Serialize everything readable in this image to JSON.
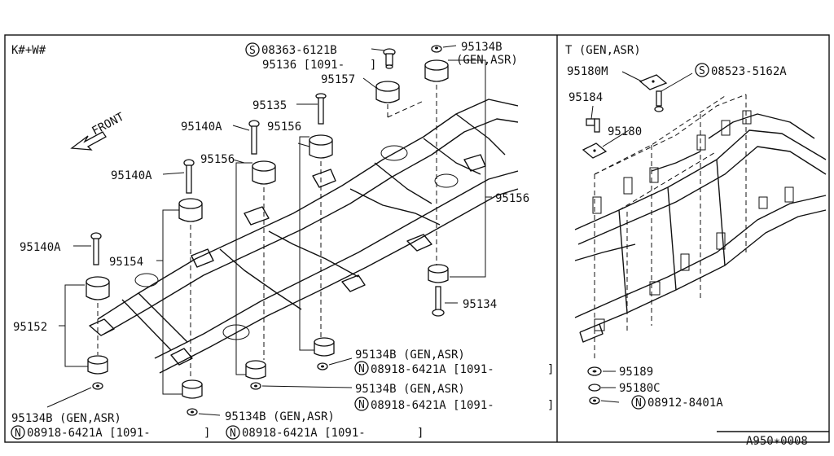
{
  "left_panel": {
    "model_code": "K#+W#",
    "front_label": "FRONT",
    "labels": {
      "s_bolt": "08363-6121B",
      "p95136": "95136 [1091-",
      "p95136_close": "]",
      "p95134b_top": "95134B",
      "gen_asr_top": "(GEN,ASR)",
      "p95157": "95157",
      "p95135": "95135",
      "p95140a_1": "95140A",
      "p95156_1": "95156",
      "p95156_2": "95156",
      "p95140a_2": "95140A",
      "p95156_right": "95156",
      "p95140a_3": "95140A",
      "p95154": "95154",
      "p95152": "95152",
      "p95134": "95134",
      "p95134b_r1": "95134B (GEN,ASR)",
      "n_r1": "08918-6421A [1091-",
      "n_r1_close": "]",
      "p95134b_r2": "95134B (GEN,ASR)",
      "n_r2": "08918-6421A [1091-",
      "n_r2_close": "]",
      "p95134b_bl": "95134B (GEN,ASR)",
      "n_bl": "08918-6421A [1091-",
      "n_bl_close": "]",
      "p95134b_bm": "95134B (GEN,ASR)",
      "n_bm": "08918-6421A [1091-",
      "n_bm_close": "]"
    },
    "prefix_s": "S",
    "prefix_n": "N"
  },
  "right_panel": {
    "title": "T (GEN,ASR)",
    "labels": {
      "p95180m": "95180M",
      "s_bolt": "08523-5162A",
      "p95184": "95184",
      "p95180": "95180",
      "p95189": "95189",
      "p95180c": "95180C",
      "n_nut": "08912-8401A"
    },
    "prefix_s": "S",
    "prefix_n": "N"
  },
  "footer": {
    "diagram_code": "A950∗0008"
  }
}
